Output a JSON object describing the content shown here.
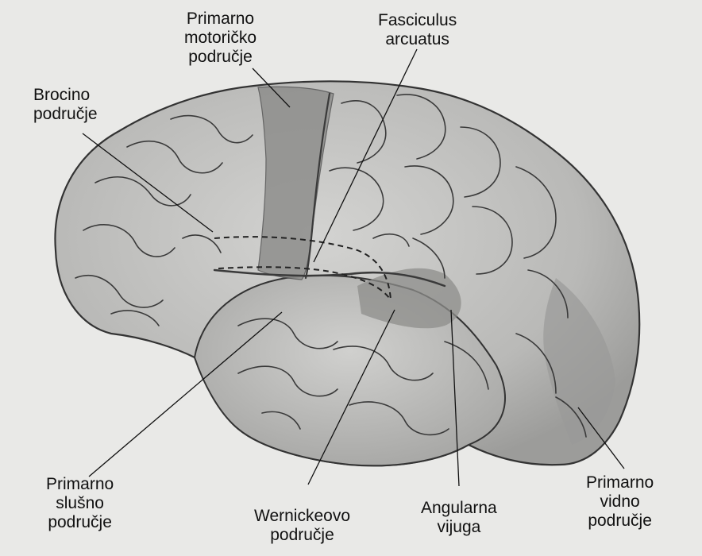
{
  "labels": {
    "primary_motor": [
      "Primarno",
      "motoričko",
      "područje"
    ],
    "broca": [
      "Brocino",
      "područje"
    ],
    "fasciculus": [
      "Fasciculus",
      "arcuatus"
    ],
    "primary_auditory": [
      "Primarno",
      "slušno",
      "područje"
    ],
    "wernicke": [
      "Wernickeovo",
      "područje"
    ],
    "angular": [
      "Angularna",
      "vijuga"
    ],
    "primary_visual": [
      "Primarno",
      "vidno",
      "područje"
    ]
  }
}
